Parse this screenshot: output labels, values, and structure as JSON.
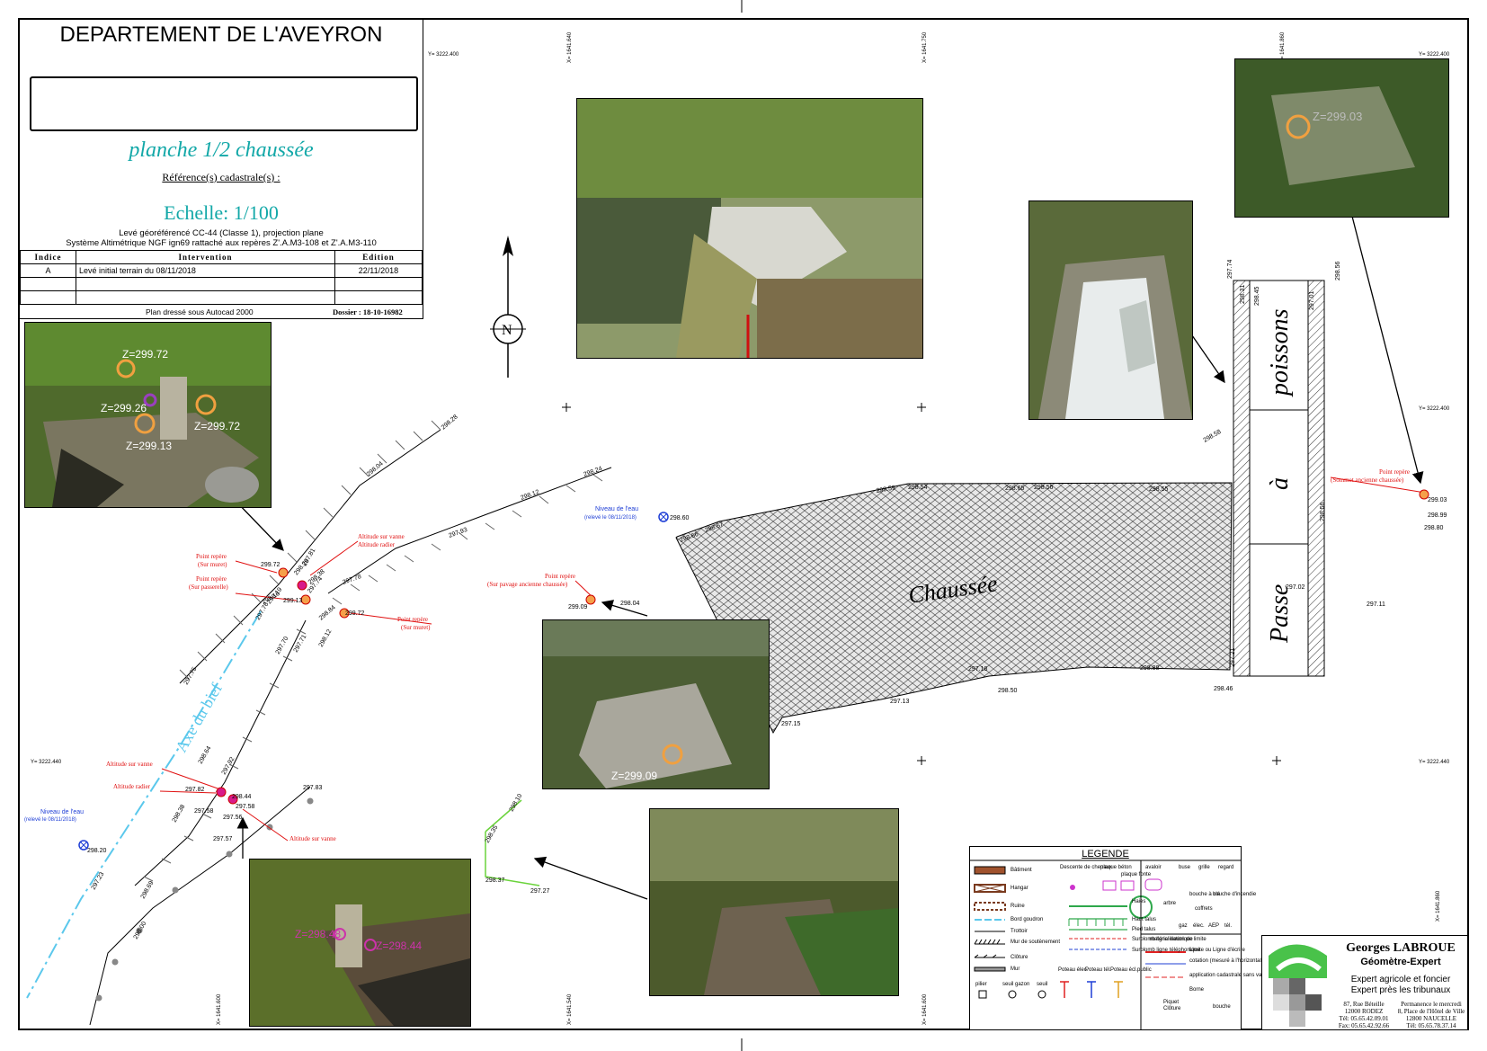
{
  "header": {
    "department": "DEPARTEMENT DE L'AVEYRON",
    "planche": "planche 1/2 chaussée",
    "reference": "Référence(s) cadastrale(s) :",
    "echelle": "Echelle: 1/100",
    "leve_line1": "Levé géoréférencé CC-44 (Classe 1), projection plane",
    "leve_line2": "Système Altimétrique NGF ign69 rattaché aux repères Z'.A.M3-108 et Z'.A.M3-110",
    "table_headers": [
      "Indice",
      "Intervention",
      "Edition"
    ],
    "table_rows": [
      {
        "indice": "A",
        "intervention": "Levé initial terrain du 08/11/2018",
        "edition": "22/11/2018"
      },
      {
        "indice": "",
        "intervention": "",
        "edition": ""
      },
      {
        "indice": "",
        "intervention": "",
        "edition": ""
      }
    ],
    "footer_left": "Plan dressé sous Autocad 2000",
    "footer_right": "Dossier : 18-10-16982"
  },
  "grid": {
    "y_top": "Y= 3222.400",
    "y_right_top": "Y= 3222.400",
    "y_mid": "Y= 3222.400",
    "y_left": "Y= 3222.440",
    "y_right_bottom": "Y= 3222.440",
    "x1": "X= 1641.640",
    "x2": "X= 1641.750",
    "x3": "X= 1641.860",
    "x_right": "X= 1641.860",
    "x_bottom1": "X= 1641.600",
    "x_bottom2": "X= 1641.540",
    "x_bottom3": "X= 1641.600"
  },
  "map": {
    "north": "N",
    "chaussee_label": "Chaussée",
    "passe": "Passe",
    "a": "à",
    "poissons": "poissons",
    "axe_bief": "Axe du bief",
    "niveau_eau_1": "Niveau de l'eau",
    "niveau_eau_1b": "(relevé le 08/11/2018)",
    "niveau_eau_1_val": "298.60",
    "niveau_eau_2": "Niveau de l'eau",
    "niveau_eau_2b": "(relevé le 08/11/2018)",
    "niveau_eau_2_val": "298.20",
    "annotations": [
      {
        "text": "Point repère",
        "sub": "(Sur muret)"
      },
      {
        "text": "Point repère",
        "sub": "(Sur passerelle)"
      },
      {
        "text": "Altitude sur vanne",
        "sub": "Altitude radier"
      },
      {
        "text": "Point repère",
        "sub": "(Sur muret)"
      },
      {
        "text": "Point repère",
        "sub": "(Sur pavage ancienne chaussée)"
      },
      {
        "text": "Point repère",
        "sub": "(Sommet ancienne chaussée)"
      },
      {
        "text": "Altitude sur vanne",
        "sub": ""
      },
      {
        "text": "Altitude radier",
        "sub": ""
      },
      {
        "text": "Altitude sur vanne",
        "sub": ""
      }
    ],
    "levels": [
      "298.28",
      "298.04",
      "298.24",
      "298.12",
      "297.93",
      "297.78",
      "299.72",
      "298.26",
      "297.81",
      "298.38",
      "297.74",
      "299.72",
      "298.19",
      "299.13",
      "299.16",
      "297.76",
      "297.70",
      "297.75",
      "298.12",
      "297.71",
      "298.84",
      "299.09",
      "298.04",
      "298.66",
      "298.67",
      "298.59",
      "298.54",
      "298.65",
      "298.56",
      "298.55",
      "297.15",
      "297.13",
      "297.18",
      "298.50",
      "298.88",
      "298.46",
      "297.21",
      "297.11",
      "299.03",
      "298.99",
      "298.80",
      "298.56",
      "297.01",
      "297.74",
      "298.31",
      "298.58",
      "298.45",
      "298.56",
      "298.64",
      "297.92",
      "297.82",
      "297.58",
      "298.44",
      "297.58",
      "297.56",
      "298.38",
      "297.57",
      "297.83",
      "298.69",
      "298.00",
      "298.10",
      "298.35",
      "298.37",
      "297.27",
      "297.23",
      "297.02",
      "297.17",
      "298.01",
      "297.93"
    ]
  },
  "photos": {
    "p1": {
      "z1": "Z=299.72",
      "z2": "Z=299.26",
      "z3": "Z=299.72",
      "z4": "Z=299.13"
    },
    "p2": {
      "z1": "Z=299.09"
    },
    "p3": {
      "z1": "Z=298.48",
      "z2": "Z=298.44"
    },
    "p4": {
      "z1": "Z=299.03"
    }
  },
  "legend": {
    "title": "LEGENDE",
    "batiment": "Bâtiment",
    "hangar": "Hangar",
    "ruine": "Ruine",
    "bord": "Bord goudron",
    "trottoir": "Trottoir",
    "mur_sout": "Mur de soutènement",
    "cloture": "Clôture",
    "mur": "Mur",
    "pilier": "pilier",
    "seuil": "seuil gazon",
    "seuil2": "seuil",
    "descente": "Descente de chenaux",
    "plaque_beton": "plaque béton",
    "plaque_fonte": "plaque fonte",
    "avaloir": "avaloir",
    "buse": "buse",
    "grille": "grille",
    "regard": "regard",
    "haies": "Haies",
    "haut_talus": "Haut talus",
    "pied_talus": "Pied talus",
    "arbre": "arbre",
    "bouche_cle": "bouche à clé",
    "bouche_incendie": "bouche d'incendie",
    "coffrets": "coffrets",
    "gaz": "gaz",
    "elec": "élec.",
    "aep": "AEP",
    "tel": "tél.",
    "surplomb_elec": "Surplomb ligne électrique",
    "surplomb_tel": "Surplomb ligne téléphonique",
    "poteau_elec": "Poteau élec.",
    "poteau_tel": "Poteau tél.",
    "poteau_eclair": "Poteau écl.public",
    "materialisation": "matérialisation de limite",
    "limite": "Limite ou Ligne d'écrire",
    "cotation": "cotation (mesuré à l'horizontale)",
    "application": "application cadastrale sans valeur juridique",
    "piquet": "Piquet",
    "borne": "Borne",
    "cloture2": "Clôture",
    "bouche": "bouche"
  },
  "geometre": {
    "name": "Georges LABROUE",
    "title": "Géomètre-Expert",
    "line1": "Expert agricole et foncier",
    "line2": "Expert près les tribunaux",
    "addr1": "87, Rue Béteille",
    "addr2": "12000   RODEZ",
    "addr3": "Tél: 05.65.42.09.01",
    "addr4": "Fax: 05.65.42.92.66",
    "perm1": "Permanence le mercredi",
    "perm2": "8, Place de l'Hôtel de Ville",
    "perm3": "12800 NAUCELLE",
    "perm4": "Tél: 05.65.78.37.14"
  }
}
